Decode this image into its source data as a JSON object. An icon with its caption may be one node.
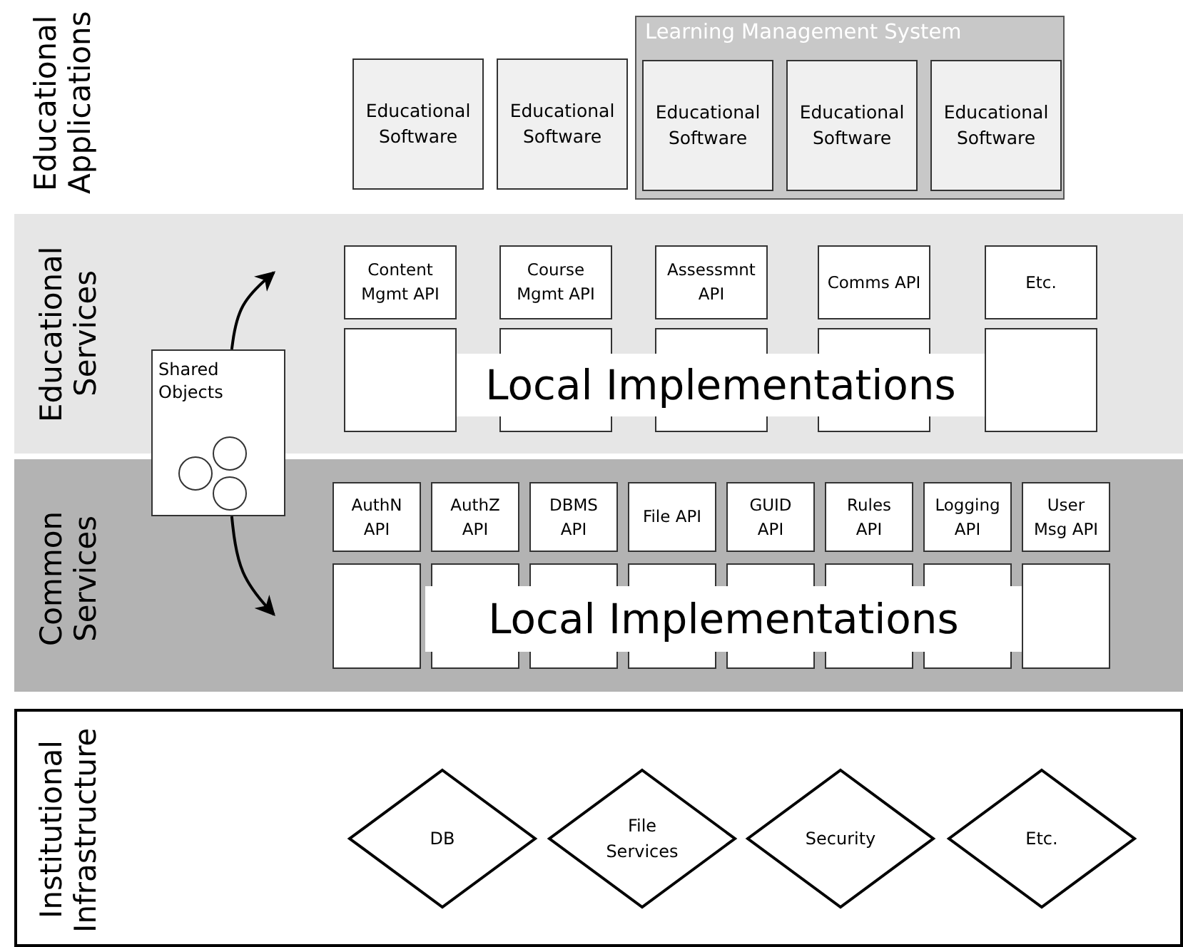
{
  "diagram": {
    "nodes": [
      {
        "text": [
          "Educational Applications"
        ]
      },
      {
        "text": [
          "Educational Software"
        ],
        "in": 0
      },
      {
        "text": [
          "Educational Software"
        ],
        "in": 0
      },
      {
        "text": [
          "Learning Management System"
        ],
        "in": 0
      },
      {
        "text": [
          "Educational Software"
        ],
        "in": 3
      },
      {
        "text": [
          "Educational Software"
        ],
        "in": 3
      },
      {
        "text": [
          "Educational Software"
        ],
        "in": 3
      },
      {
        "text": [
          "Educational Services"
        ]
      },
      {
        "text": [
          "Content Mgmt API"
        ],
        "in": 7
      },
      {
        "text": [
          "Course Mgmt API"
        ],
        "in": 7
      },
      {
        "text": [
          "Assessmnt API"
        ],
        "in": 7
      },
      {
        "text": [
          "Comms API"
        ],
        "in": 7
      },
      {
        "text": [
          "Etc."
        ],
        "in": 7
      },
      {
        "text": [
          "Local Implementations"
        ],
        "in": 7
      },
      {
        "text": [
          "Common Services"
        ]
      },
      {
        "text": [
          "AuthN API"
        ],
        "in": 14
      },
      {
        "text": [
          "AuthZ API"
        ],
        "in": 14
      },
      {
        "text": [
          "DBMS API"
        ],
        "in": 14
      },
      {
        "text": [
          "File API"
        ],
        "in": 14
      },
      {
        "text": [
          "GUID API"
        ],
        "in": 14
      },
      {
        "text": [
          "Rules API"
        ],
        "in": 14
      },
      {
        "text": [
          "Logging API"
        ],
        "in": 14
      },
      {
        "text": [
          "User Msg API"
        ],
        "in": 14
      },
      {
        "text": [
          "Local Implementations"
        ],
        "in": 14
      },
      {
        "text": [
          "Shared Objects"
        ]
      },
      {
        "text": [
          "Institutional Infrastructure"
        ]
      },
      {
        "text": [
          "DB"
        ],
        "in": 25
      },
      {
        "text": [
          "File Services"
        ],
        "in": 25
      },
      {
        "text": [
          "Security"
        ],
        "in": 25
      },
      {
        "text": [
          "Etc."
        ],
        "in": 25
      }
    ],
    "edges": [
      {
        "from": 24,
        "to": null,
        "arrow": "to"
      },
      {
        "from": 24,
        "to": null,
        "arrow": "to"
      }
    ]
  }
}
